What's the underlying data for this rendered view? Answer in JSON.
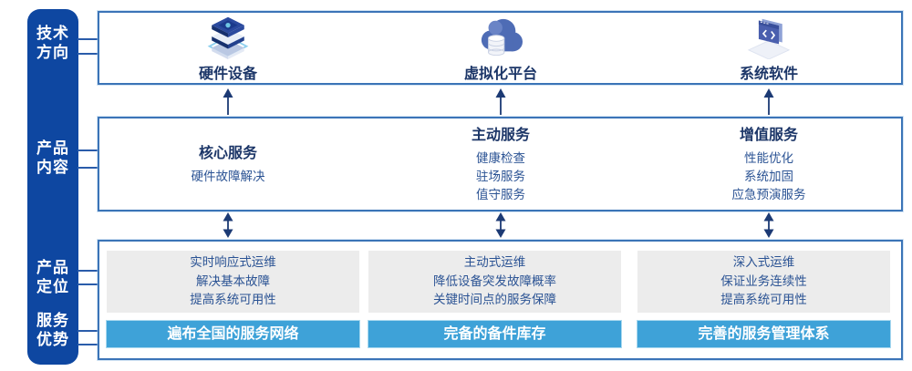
{
  "sidebar": {
    "labels": [
      {
        "id": "tech-direction",
        "line1": "技术",
        "line2": "方向"
      },
      {
        "id": "product-content",
        "line1": "产品",
        "line2": "内容"
      },
      {
        "id": "product-positioning",
        "line1": "产品",
        "line2": "定位"
      },
      {
        "id": "service-advantage",
        "line1": "服务",
        "line2": "优势"
      }
    ]
  },
  "tech_row": {
    "items": [
      {
        "label": "硬件设备",
        "icon": "server-stack-icon"
      },
      {
        "label": "虚拟化平台",
        "icon": "cloud-database-icon"
      },
      {
        "label": "系统软件",
        "icon": "code-window-icon"
      }
    ]
  },
  "content_row": {
    "columns": [
      {
        "title": "核心服务",
        "items": [
          "硬件故障解决"
        ]
      },
      {
        "title": "主动服务",
        "items": [
          "健康检查",
          "驻场服务",
          "值守服务"
        ]
      },
      {
        "title": "增值服务",
        "items": [
          "性能优化",
          "系统加固",
          "应急预演服务"
        ]
      }
    ]
  },
  "positioning_row": {
    "columns": [
      {
        "lines": [
          "实时响应式运维",
          "解决基本故障",
          "提高系统可用性"
        ],
        "banner": "遍布全国的服务网络"
      },
      {
        "lines": [
          "主动式运维",
          "降低设备突发故障概率",
          "关键时间点的服务保障"
        ],
        "banner": "完备的备件库存"
      },
      {
        "lines": [
          "深入式运维",
          "保证业务连续性",
          "提高系统可用性"
        ],
        "banner": "完善的服务管理体系"
      }
    ]
  },
  "colors": {
    "sidebar_bg": "#0e47a1",
    "panel_border": "#3b74b7",
    "title_text": "#1c3668",
    "body_text": "#2b5394",
    "gray_panel_bg": "#ececec",
    "banner_bg": "#3ea2d8",
    "connector_line": "#2a5caa",
    "arrow": "#1c3a74"
  }
}
